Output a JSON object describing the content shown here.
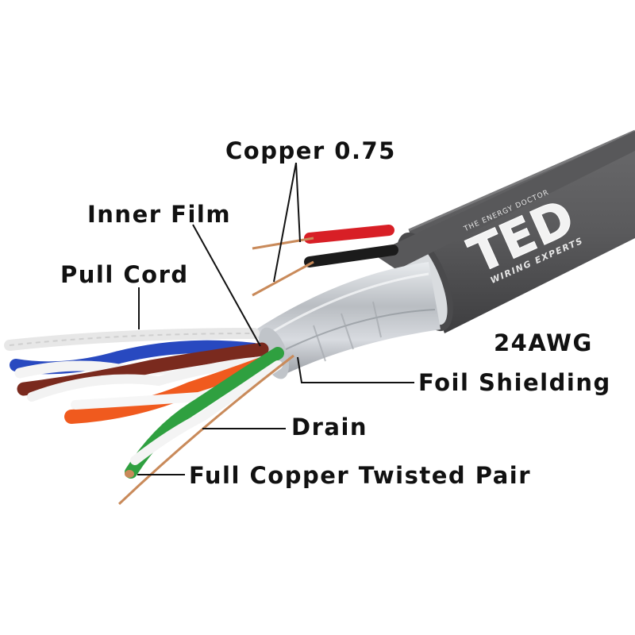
{
  "labels": {
    "copper": "Copper 0.75",
    "inner_film": "Inner Film",
    "pull_cord": "Pull Cord",
    "gauge": "24AWG",
    "foil_shielding": "Foil Shielding",
    "drain": "Drain",
    "twisted_pair": "Full Copper Twisted Pair"
  },
  "brand": {
    "name": "TED",
    "tagline": "THE ENERGY DOCTOR",
    "subline": "WIRING EXPERTS"
  },
  "colors": {
    "jacket": "#5a5a5c",
    "foil": "#c9ccd0",
    "blue_pair": "#2849c0",
    "brown_pair": "#7a2a1e",
    "orange_pair": "#f05a1e",
    "green_pair": "#2fa040",
    "copper": "#c98a5a",
    "power_red": "#d81f26",
    "power_black": "#1b1b1b"
  }
}
